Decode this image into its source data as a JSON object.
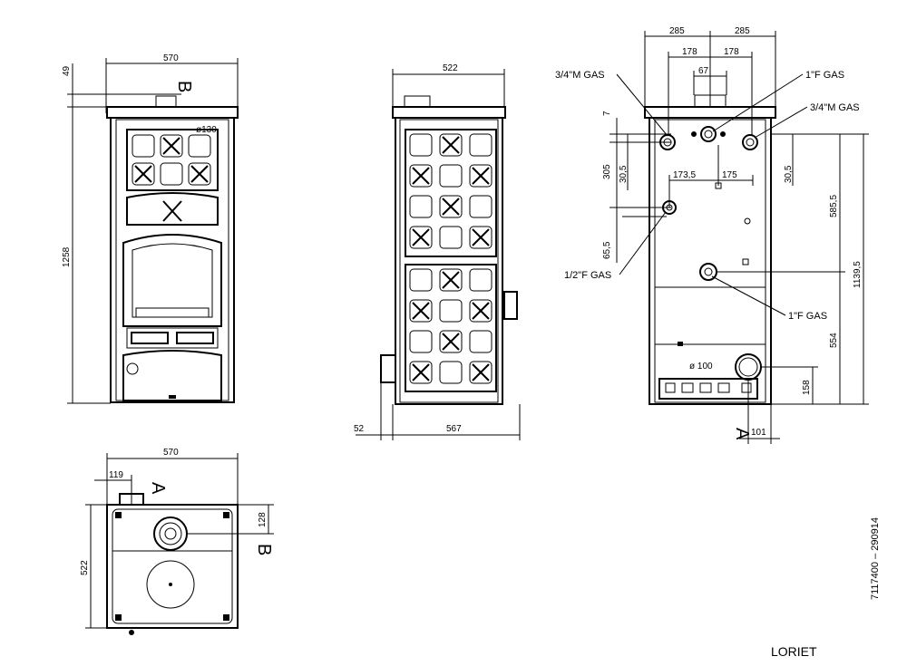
{
  "front_view": {
    "width": "570",
    "height": "1258",
    "top_offset": "49",
    "section_marker": "B",
    "pipe_diameter": "ø130"
  },
  "side_view": {
    "width_top": "522",
    "depth_bottom": "567",
    "flue_offset": "52"
  },
  "rear_view": {
    "half_left": "285",
    "half_right": "285",
    "inner_left": "178",
    "inner_right": "178",
    "center_gap": "67",
    "top_7": "7",
    "dim_305": "305",
    "dim_30_5_left": "30,5",
    "dim_30_5_right": "30,5",
    "dim_173_5": "173,5",
    "dim_175": "175",
    "dim_65_5": "65,5",
    "dim_585_5": "585,5",
    "dim_1139_5": "1139,5",
    "dim_554": "554",
    "dim_158": "158",
    "dim_101": "101",
    "flue_diameter": "ø 100",
    "label_34m_gas_left": "3/4\"M GAS",
    "label_1f_gas_top": "1\"F GAS",
    "label_34m_gas_right": "3/4\"M GAS",
    "label_12f_gas": "1/2\"F GAS",
    "label_1f_gas_mid": "1\"F GAS",
    "section_marker": "A"
  },
  "top_view": {
    "width": "570",
    "depth": "522",
    "offset_119": "119",
    "offset_128": "128",
    "marker_a": "A",
    "marker_b": "B"
  },
  "drawing_code": "7117400 – 290914",
  "model_name": "LORIET"
}
